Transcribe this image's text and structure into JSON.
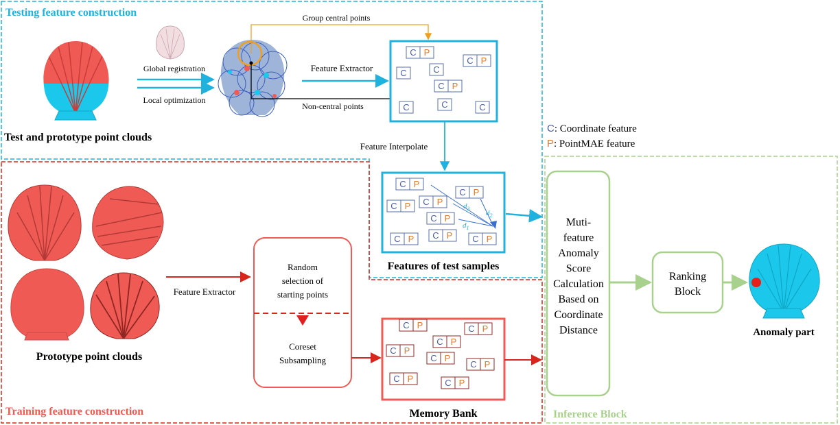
{
  "testing": {
    "title": "Testing feature construction",
    "global_registration": "Global registration",
    "local_optimization": "Local optimization",
    "group_central_points": "Group central points",
    "feature_extractor": "Feature  Extractor",
    "non_central_points": "Non-central points",
    "test_clouds_label": "Test and prototype point clouds",
    "feature_interpolate": "Feature  Interpolate",
    "features_test_samples": "Features of test samples",
    "d1": "d",
    "d1_sub": "1",
    "d2": "d",
    "d2_sub": "2",
    "d3": "d",
    "d3_sub": "3"
  },
  "legend": {
    "c_letter": "C",
    "c_text": ": Coordinate feature",
    "p_letter": "P",
    "p_text": ": PointMAE  feature"
  },
  "training": {
    "title": "Training feature construction",
    "prototype_label": "Prototype point clouds",
    "feature_extractor": "Feature  Extractor",
    "random_line1": "Random",
    "random_line2": "selection  of",
    "random_line3": "starting points",
    "coreset_line1": "Coreset",
    "coreset_line2": "Subsampling",
    "memory_bank": "Memory Bank"
  },
  "inference": {
    "title": "Inference Block",
    "score_lines": [
      "Muti-",
      "feature",
      "Anomaly",
      "Score",
      "Calculation",
      "Based on",
      "Coordinate",
      "Distance"
    ],
    "ranking_line1": "Ranking",
    "ranking_line2": "Block",
    "anomaly_part": "Anomaly part"
  },
  "cells": {
    "c": "C",
    "p": "P"
  },
  "colors": {
    "cyan": "#1fb2de",
    "red": "#e8403a",
    "green": "#a9d18e",
    "coord_blue": "#4a5fa0",
    "pointmae_orange": "#e07b2a",
    "shell_red": "#ef5a55",
    "shell_cyan": "#1bc7ea",
    "orange_line": "#f0a020"
  }
}
